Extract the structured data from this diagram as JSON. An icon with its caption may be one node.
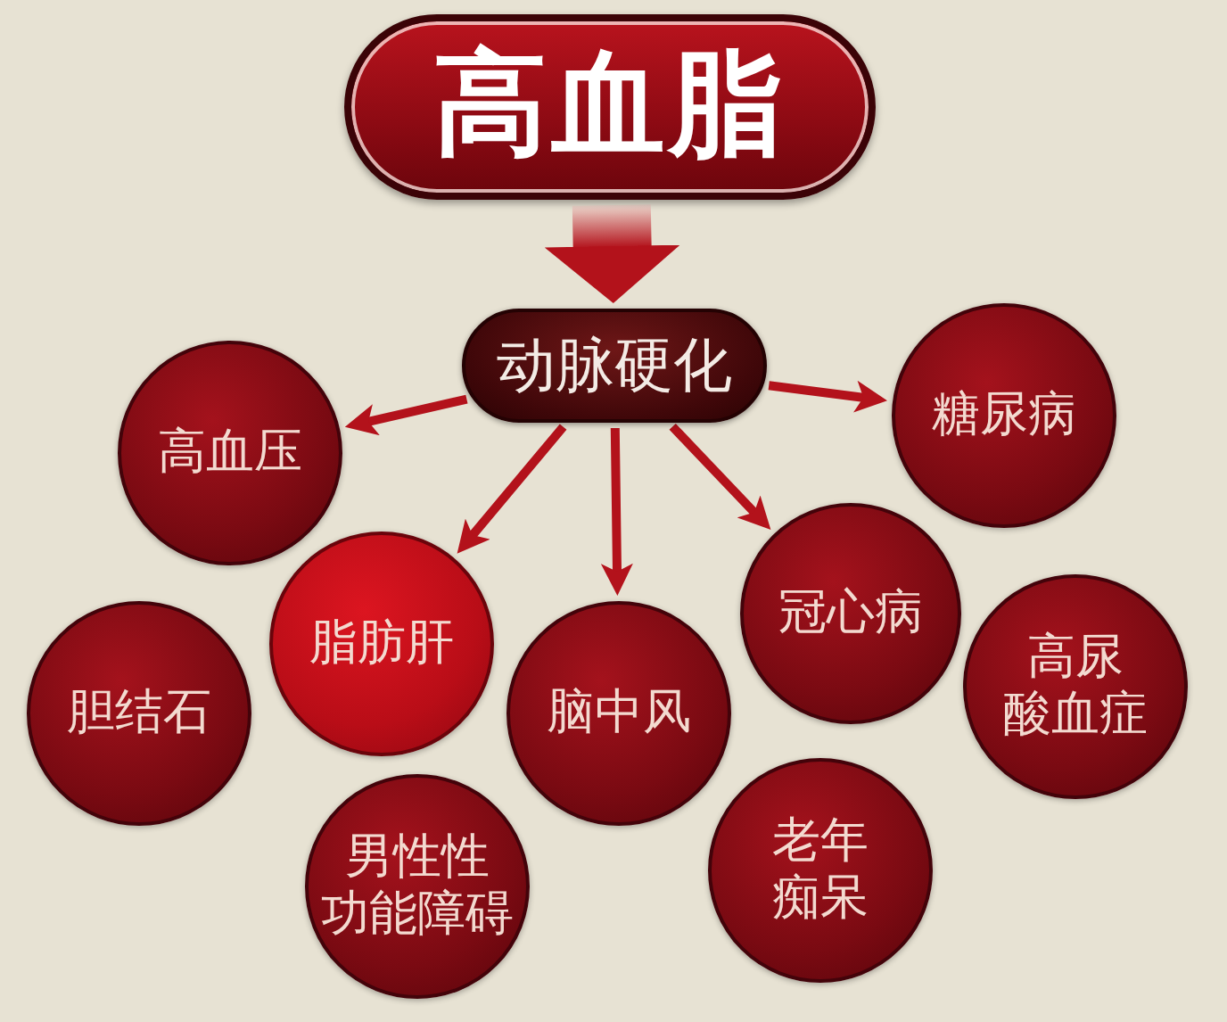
{
  "diagram": {
    "nodes": [
      {
        "text": [
          "高血脂"
        ]
      },
      {
        "text": [
          "动脉硬化"
        ]
      },
      {
        "text": [
          "高血压"
        ]
      },
      {
        "text": [
          "糖尿病"
        ]
      },
      {
        "text": [
          "脂肪肝"
        ]
      },
      {
        "text": [
          "冠心病"
        ]
      },
      {
        "text": [
          "胆结石"
        ]
      },
      {
        "text": [
          "脑中风"
        ]
      },
      {
        "text": [
          "高尿酸血症"
        ]
      },
      {
        "text": [
          "男性性功能障碍"
        ]
      },
      {
        "text": [
          "老年痴呆"
        ]
      }
    ],
    "edges": [
      {
        "from": 0,
        "to": 1,
        "arrow": "to",
        "style": "thick"
      },
      {
        "from": 1,
        "to": 2,
        "arrow": "to"
      },
      {
        "from": 1,
        "to": 4,
        "arrow": "to"
      },
      {
        "from": 1,
        "to": 7,
        "arrow": "to"
      },
      {
        "from": 1,
        "to": 5,
        "arrow": "to"
      },
      {
        "from": 1,
        "to": 3,
        "arrow": "to"
      }
    ]
  }
}
